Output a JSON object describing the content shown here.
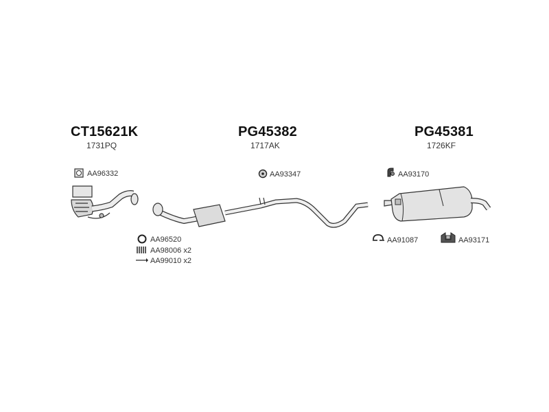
{
  "groups": [
    {
      "code": "CT15621K",
      "sub": "1731PQ"
    },
    {
      "code": "PG45382",
      "sub": "1717AK"
    },
    {
      "code": "PG45381",
      "sub": "1726KF"
    }
  ],
  "parts": {
    "p1": {
      "ref": "AA96332",
      "icon": "gasket-square-icon"
    },
    "p2": {
      "ref": "AA96520",
      "icon": "seal-ring-icon"
    },
    "p3": {
      "ref": "AA98006 x2",
      "icon": "spring-icon"
    },
    "p4": {
      "ref": "AA99010 x2",
      "icon": "bolt-icon"
    },
    "p5": {
      "ref": "AA93347",
      "icon": "rubber-mount-icon"
    },
    "p6": {
      "ref": "AA93170",
      "icon": "hanger-icon"
    },
    "p7": {
      "ref": "AA91087",
      "icon": "clamp-icon"
    },
    "p8": {
      "ref": "AA93171",
      "icon": "bracket-icon"
    }
  },
  "colors": {
    "line": "#333333",
    "fill": "#e6e6e6",
    "shade": "#bdbdbd"
  }
}
